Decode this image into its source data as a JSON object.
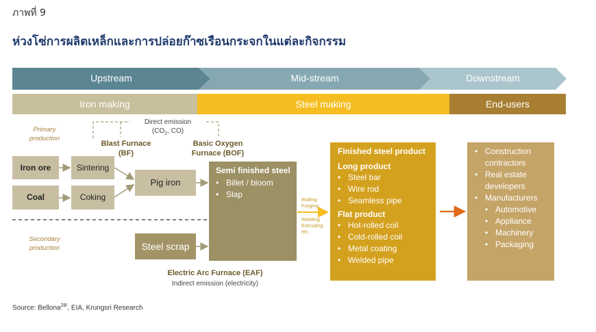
{
  "figure_label": "ภาพที่ 9",
  "title": "ห่วงโซ่การผลิตเหล็กและการปล่อยก๊าซเรือนกระจกในแต่ละกิจกรรม",
  "stages": [
    "Upstream",
    "Mid-stream",
    "Downstream"
  ],
  "bands": [
    "Iron making",
    "Steel making",
    "End-users"
  ],
  "side_labels": {
    "primary": "Primary production",
    "secondary": "Secondary production"
  },
  "direct_emission": {
    "line1": "Direct emission",
    "line2_prefix": "(CO",
    "line2_sub": "2",
    "line2_suffix": ", CO)"
  },
  "furnaces": {
    "bf_line1": "Blast Furnace",
    "bf_line2": "(BF)",
    "bof_line1": "Basic Oxygen",
    "bof_line2": "Furnace (BOF)"
  },
  "inputs": {
    "iron_ore": "Iron ore",
    "coal": "Coal",
    "sintering": "Sintering",
    "coking": "Coking",
    "pig_iron": "Pig iron",
    "steel_scrap": "Steel scrap"
  },
  "semi_finished": {
    "title": "Semi finished steel",
    "items": [
      "Billet / bloom",
      "Slap"
    ]
  },
  "processes": {
    "top": [
      "Rolling",
      "Forging"
    ],
    "bottom": [
      "Welding",
      "Extruding",
      "etc."
    ]
  },
  "finished": {
    "title": "Finished steel product",
    "long_title": "Long product",
    "long_items": [
      "Steel bar",
      "Wire rod",
      "Seamless pipe"
    ],
    "flat_title": "Flat product",
    "flat_items": [
      "Hot-rolled coil",
      "Cold-rolled coil",
      "Metal coating",
      "Welded pipe"
    ]
  },
  "end_users": {
    "construction": "Construction contractors",
    "real_estate": "Real estate developers",
    "manufacturers": "Manufacturers",
    "sub_items": [
      "Automotive",
      "Appliance",
      "Machinery",
      "Packaging"
    ]
  },
  "eaf": {
    "label": "Electric Arc Furnace (EAF)",
    "indirect": "Indirect emission (electricity)"
  },
  "source": {
    "prefix": "Source: Bellona",
    "sup": "28/",
    "suffix": ", EIA, Krungsri Research"
  },
  "colors": {
    "upstream": "#5a8591",
    "midstream": "#86a8b2",
    "downstream": "#aac5cc",
    "iron_band": "#c8bf9d",
    "steel_band": "#f5bd21",
    "enduser_band": "#a87f32",
    "input_box": "#c8bfa3",
    "semi_box": "#9c9065",
    "finished_box": "#d4a11e",
    "enduser_box": "#c5a468",
    "title": "#1f3a6d",
    "arrow": "#e06b1a"
  }
}
